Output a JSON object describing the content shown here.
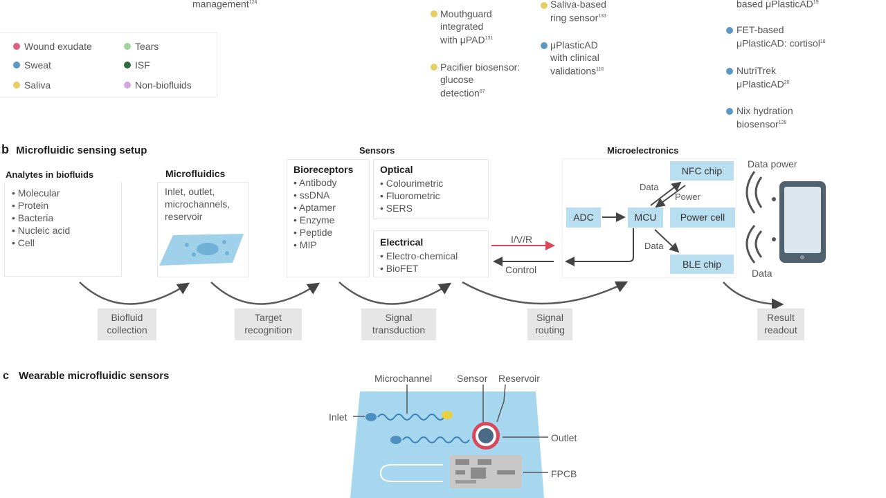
{
  "top": {
    "management": "management",
    "mouthguard": "Mouthguard integrated with μPAD",
    "mouthguard_lines": [
      "Mouthguard",
      "integrated",
      "with μPAD"
    ],
    "pacifier_lines": [
      "Pacifier biosensor:",
      "glucose",
      "detection"
    ],
    "saliva_ring_lines": [
      "Saliva-based",
      "ring sensor"
    ],
    "uplastic_clinical_lines": [
      "μPlasticAD",
      "with clinical",
      "validations"
    ],
    "based_uplastic": "based μPlasticAD",
    "fet_lines": [
      "FET-based",
      "μPlasticAD: cortisol"
    ],
    "nutritrek_lines": [
      "NutriTrek",
      "μPlasticAD"
    ],
    "nix_lines": [
      "Nix hydration",
      "biosensor"
    ]
  },
  "legend": {
    "items": [
      {
        "label": "Wound exudate",
        "color": "#d8607a"
      },
      {
        "label": "Tears",
        "color": "#9fd39d"
      },
      {
        "label": "Sweat",
        "color": "#5b98c4"
      },
      {
        "label": "ISF",
        "color": "#2e6e3e"
      },
      {
        "label": "Saliva",
        "color": "#e6cf62"
      },
      {
        "label": "Non-biofluids",
        "color": "#d5a7de"
      }
    ]
  },
  "panel_b": {
    "letter": "b",
    "title": "Microfluidic sensing setup",
    "analytes": {
      "title": "Analytes in biofluids",
      "items": [
        "Molecular",
        "Protein",
        "Bacteria",
        "Nucleic acid",
        "Cell"
      ]
    },
    "microfluidics": {
      "title": "Microfluidics",
      "lines": [
        "Inlet, outlet,",
        "microchannels,",
        "reservoir"
      ]
    },
    "sensors_header": "Sensors",
    "bioreceptors": {
      "title": "Bioreceptors",
      "items": [
        "Antibody",
        "ssDNA",
        "Aptamer",
        "Enzyme",
        "Peptide",
        "MIP"
      ]
    },
    "optical": {
      "title": "Optical",
      "items": [
        "Colourimetric",
        "Fluorometric",
        "SERS"
      ]
    },
    "electrical": {
      "title": "Electrical",
      "items": [
        "Electro-chemical",
        "BioFET"
      ]
    },
    "ivr": "I/V/R",
    "control": "Control",
    "microelectronics_header": "Microelectronics",
    "adc": "ADC",
    "mcu": "MCU",
    "nfc": "NFC chip",
    "power_cell": "Power cell",
    "ble": "BLE chip",
    "data1": "Data",
    "power": "Power",
    "data2": "Data",
    "data_power": "Data power",
    "data3": "Data",
    "steps": [
      {
        "lines": [
          "Biofluid",
          "collection"
        ]
      },
      {
        "lines": [
          "Target",
          "recognition"
        ]
      },
      {
        "lines": [
          "Signal",
          "transduction"
        ]
      },
      {
        "lines": [
          "Signal",
          "routing"
        ]
      },
      {
        "lines": [
          "Result",
          "readout"
        ]
      }
    ]
  },
  "panel_c": {
    "letter": "c",
    "title": "Wearable microfluidic sensors",
    "microchannel": "Microchannel",
    "sensor": "Sensor",
    "reservoir": "Reservoir",
    "inlet": "Inlet",
    "outlet": "Outlet",
    "fpcb": "FPCB"
  },
  "colors": {
    "chip_blue": "#b9def0",
    "arrow_red": "#d9485a",
    "step_gray": "#e6e6e6"
  }
}
